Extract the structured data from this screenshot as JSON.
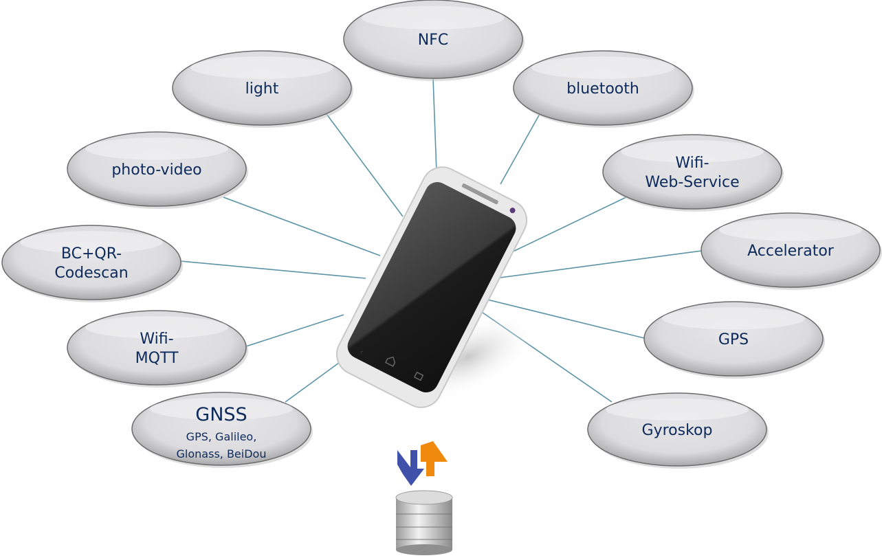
{
  "diagram": {
    "center_device": "smartphone",
    "storage_icon": "database-icon",
    "sync_icon": "up-down-arrows-icon",
    "colors": {
      "text": "#0d2a5c",
      "connector": "#5b93a7",
      "arrow_down": "#3f51a8",
      "arrow_up": "#f08a0c",
      "ellipse_fill": "#e2e2e4",
      "ellipse_stroke": "#6b6b6b"
    },
    "nodes": [
      {
        "id": "nfc",
        "lines": [
          "NFC"
        ]
      },
      {
        "id": "light",
        "lines": [
          "light"
        ]
      },
      {
        "id": "bluetooth",
        "lines": [
          "bluetooth"
        ]
      },
      {
        "id": "photo-video",
        "lines": [
          "photo-video"
        ]
      },
      {
        "id": "wifi-web-service",
        "lines": [
          "Wifi-",
          "Web-Service"
        ]
      },
      {
        "id": "bc-qr-codescan",
        "lines": [
          "BC+QR-",
          "Codescan"
        ]
      },
      {
        "id": "accelerator",
        "lines": [
          "Accelerator"
        ]
      },
      {
        "id": "wifi-mqtt",
        "lines": [
          "Wifi-",
          "MQTT"
        ]
      },
      {
        "id": "gps",
        "lines": [
          "GPS"
        ]
      },
      {
        "id": "gnss",
        "lines": [
          "GNSS",
          "GPS, Galileo,",
          "Glonass, BeiDou"
        ]
      },
      {
        "id": "gyroskop",
        "lines": [
          "Gyroskop"
        ]
      }
    ]
  }
}
